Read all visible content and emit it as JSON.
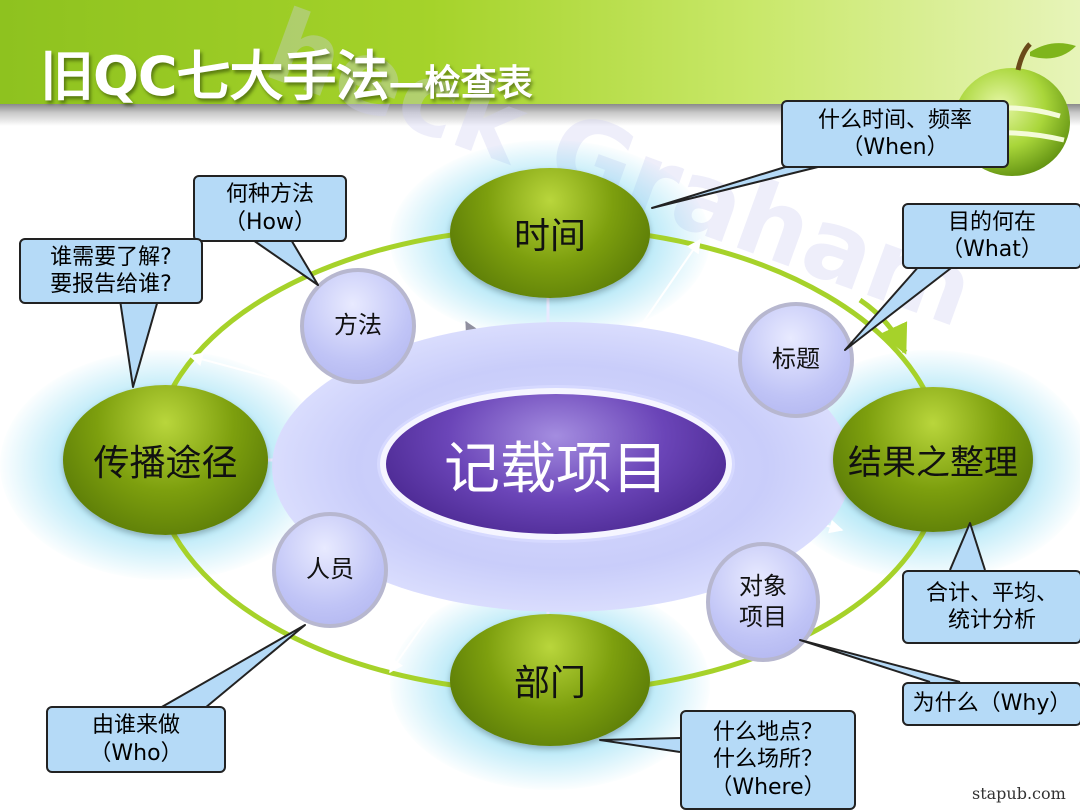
{
  "title": {
    "main": "旧QC七大手法",
    "sub": "—检查表"
  },
  "watermark": "heck Graham",
  "center": {
    "label": "记载项目"
  },
  "outer_nodes": {
    "time": "时间",
    "result": "结果之整理",
    "dept": "部门",
    "channel": "传播途径"
  },
  "inner_nodes": {
    "method": "方法",
    "title": "标题",
    "person": "人员",
    "object_line1": "对象",
    "object_line2": "项目"
  },
  "callouts": {
    "when": {
      "line1": "什么时间、频率",
      "line2": "（When）"
    },
    "what": {
      "line1": "目的何在",
      "line2": "（What）"
    },
    "how": {
      "line1": "何种方法",
      "line2": "（How）"
    },
    "report": {
      "line1": "谁需要了解?",
      "line2": "要报告给谁?"
    },
    "stats": {
      "line1": "合计、平均、",
      "line2": "统计分析"
    },
    "why": {
      "line1": "为什么（Why）"
    },
    "who": {
      "line1": "由谁来做",
      "line2": "（Who）"
    },
    "where": {
      "line1": "什么地点？",
      "line2": "什么场所？",
      "line3": "（Where）"
    }
  },
  "credit": "stapub.com",
  "colors": {
    "header_green": "#8ec21f",
    "node_green": "#7d9f0e",
    "center_purple": "#6b45b8",
    "callout_blue": "#b5daf7",
    "ring_green": "#a6d22a"
  }
}
